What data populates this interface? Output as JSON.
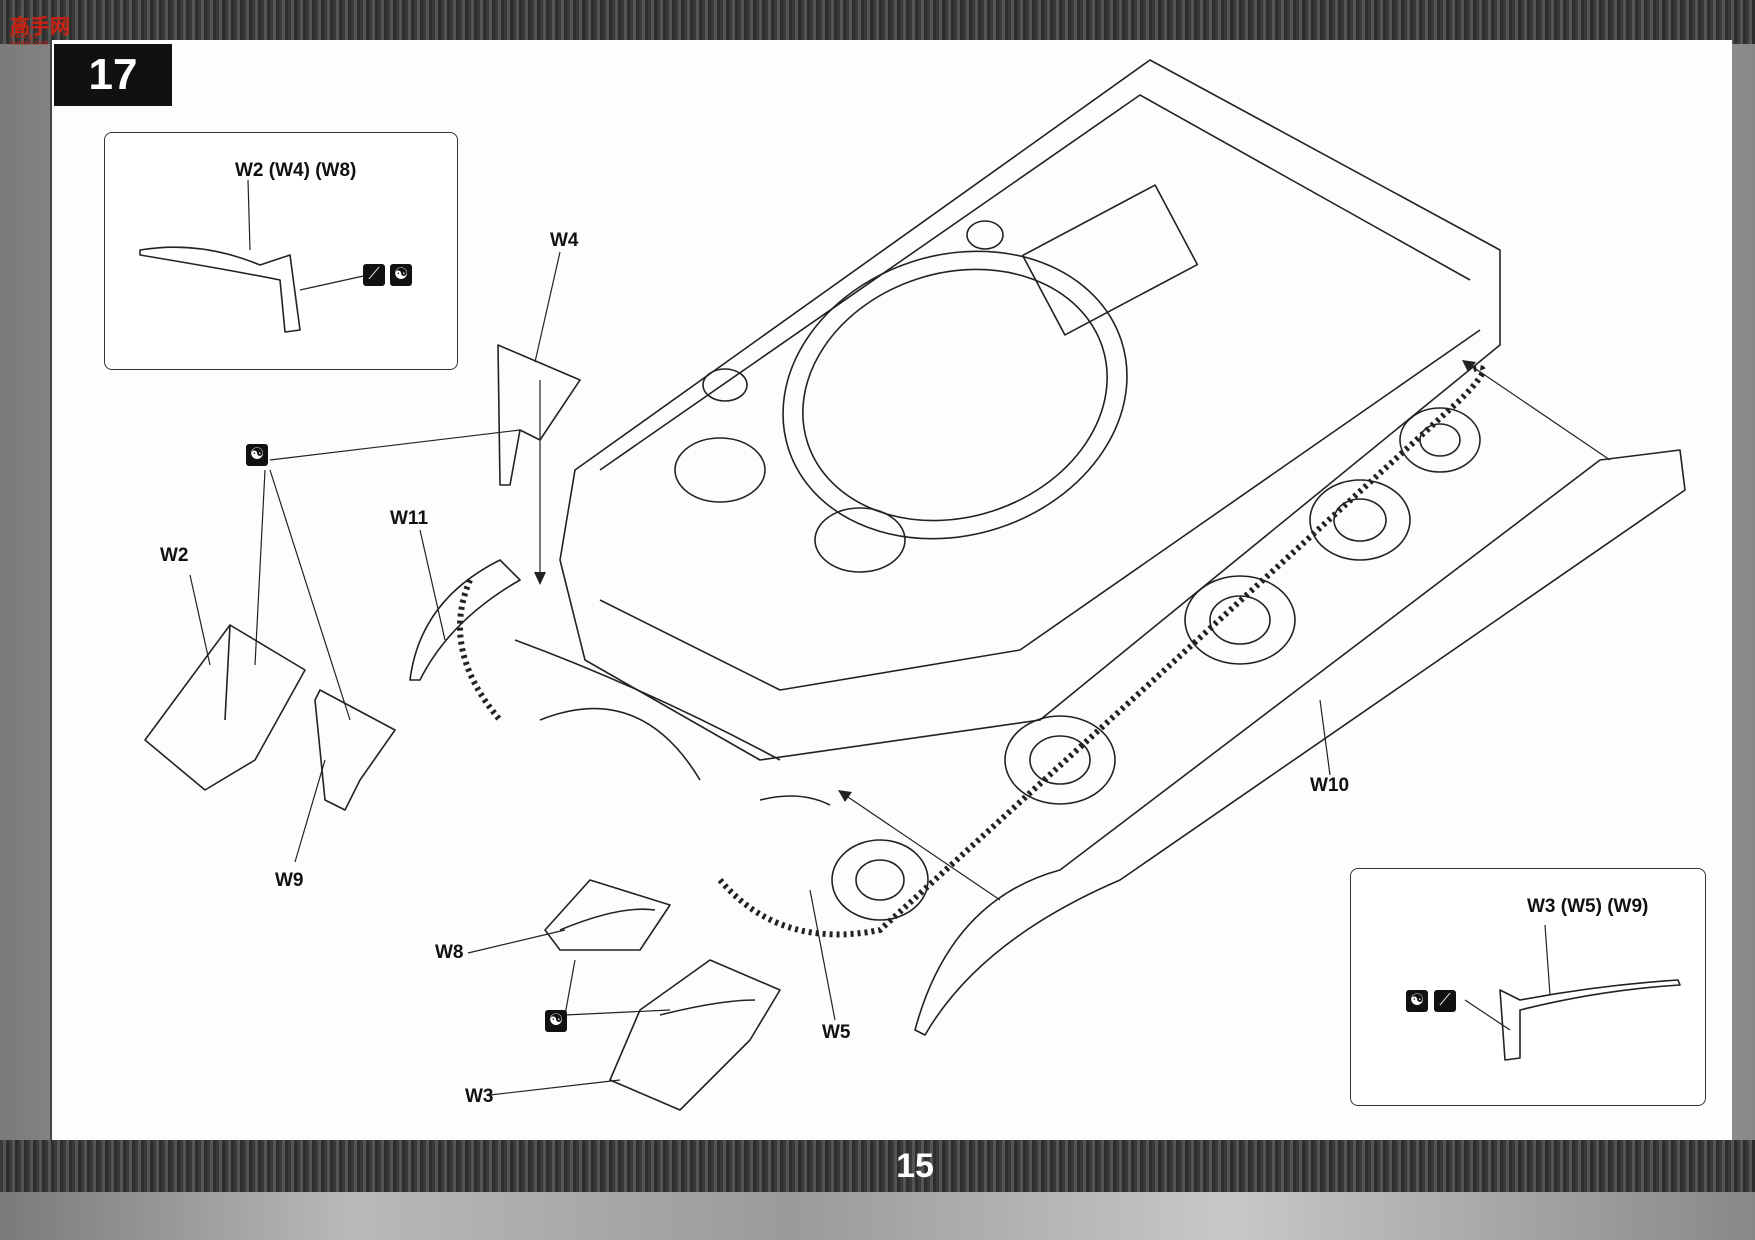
{
  "header": {
    "step_number": "17"
  },
  "footer": {
    "page_number": "15"
  },
  "watermark": {
    "logo_text": "高手网",
    "logo_url_text": "www.gs-model.com"
  },
  "inset_left": {
    "label": "W2  (W4) (W8)",
    "icons": [
      "bend-icon",
      "flip-icon"
    ]
  },
  "inset_right": {
    "label": "W3  (W5) (W9)",
    "icons": [
      "flip-icon",
      "bend-icon"
    ]
  },
  "part_labels": {
    "w4": "W4",
    "w11": "W11",
    "w2": "W2",
    "w9": "W9",
    "w10": "W10",
    "w8": "W8",
    "w5": "W5",
    "w3": "W3"
  },
  "glyphs": {
    "flip": "☯",
    "bend": "⟋"
  },
  "colors": {
    "ink": "#111111",
    "paper": "#fdfdfd",
    "band": "#3a3a3a"
  }
}
